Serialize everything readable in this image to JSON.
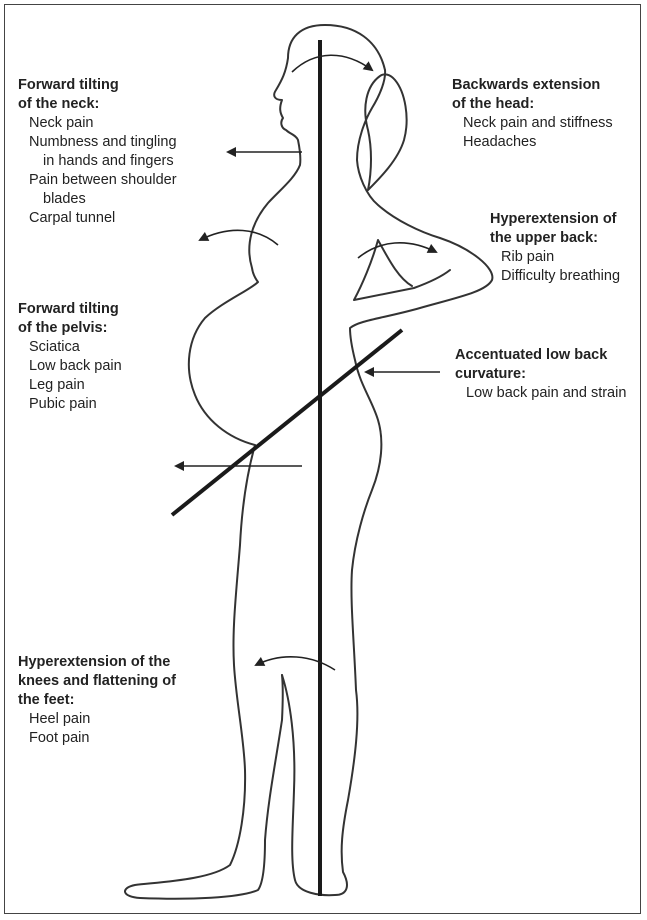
{
  "groups": {
    "neck": {
      "heading": [
        "Forward tilting",
        "of the neck:"
      ],
      "items": [
        "Neck pain",
        "Numbness and tingling",
        "in hands and fingers",
        "Pain between shoulder",
        "blades",
        "Carpal tunnel"
      ]
    },
    "head": {
      "heading": [
        "Backwards extension",
        "of the head:"
      ],
      "items": [
        "Neck pain and stiffness",
        "Headaches"
      ]
    },
    "upper_back": {
      "heading": [
        "Hyperextension of",
        "the upper back:"
      ],
      "items": [
        "Rib pain",
        "Difficulty breathing"
      ]
    },
    "pelvis": {
      "heading": [
        "Forward tilting",
        "of the pelvis:"
      ],
      "items": [
        "Sciatica",
        "Low back pain",
        "Leg pain",
        "Pubic pain"
      ]
    },
    "low_back": {
      "heading": [
        "Accentuated low back",
        "curvature:"
      ],
      "items": [
        "Low back pain and strain"
      ]
    },
    "knees": {
      "heading": [
        "Hyperextension of the",
        "knees and flattening of",
        "the feet:"
      ],
      "items": [
        "Heel pain",
        "Foot pain"
      ]
    }
  }
}
